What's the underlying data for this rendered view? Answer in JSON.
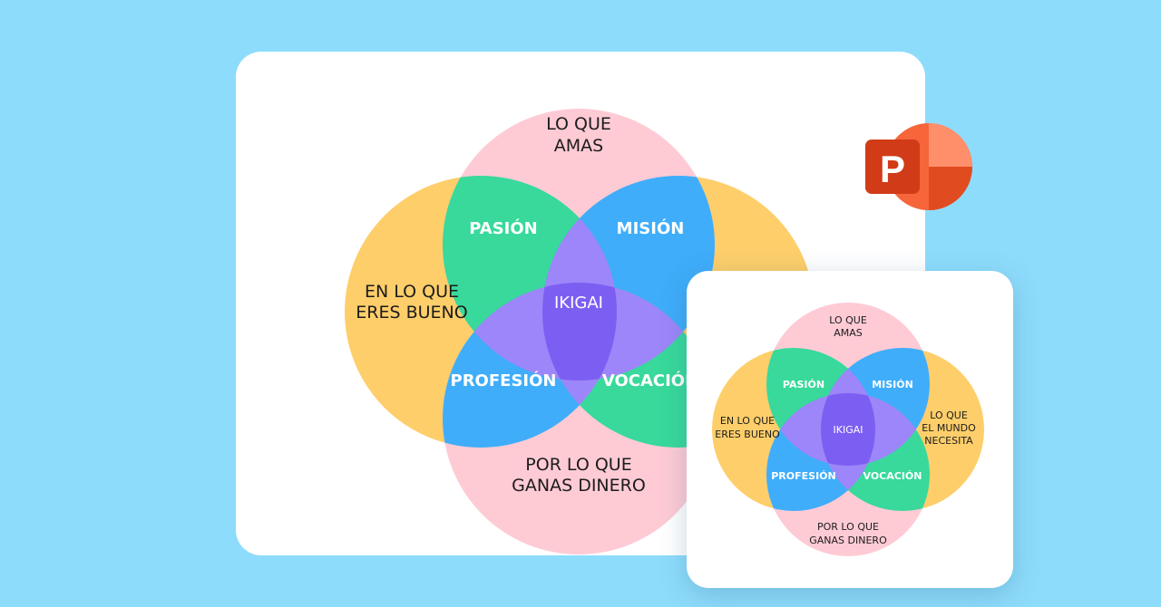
{
  "main_diagram": {
    "love": [
      "LO QUE",
      "AMAS"
    ],
    "good_at": [
      "EN LO QUE",
      "ERES BUENO"
    ],
    "paid_for": [
      "POR LO QUE",
      "GANAS DINERO"
    ],
    "passion": "PASIÓN",
    "mission": "MISIÓN",
    "profession": "PROFESIÓN",
    "vocation": "VOCACIÓN",
    "center": "IKIGAI"
  },
  "thumb_diagram": {
    "love": [
      "LO QUE",
      "AMAS"
    ],
    "good_at": [
      "EN LO QUE",
      "ERES BUENO"
    ],
    "world_needs": [
      "LO QUE",
      "EL MUNDO",
      "NECESITA"
    ],
    "paid_for": [
      "POR LO QUE",
      "GANAS DINERO"
    ],
    "passion": "PASIÓN",
    "mission": "MISIÓN",
    "profession": "PROFESIÓN",
    "vocation": "VOCACIÓN",
    "center": "IKIGAI"
  },
  "logo": {
    "letter": "P",
    "icon": "powerpoint-icon"
  },
  "colors": {
    "background": "#8edcfc",
    "pink": "#fecbd5",
    "yellow": "#fece6a",
    "green": "#38d99b",
    "blue": "#3fadfa",
    "purple": "#9d86f9",
    "center": "#7d5ef2",
    "ppt_red": "#d13b18",
    "ppt_orange": "#f7653b"
  }
}
